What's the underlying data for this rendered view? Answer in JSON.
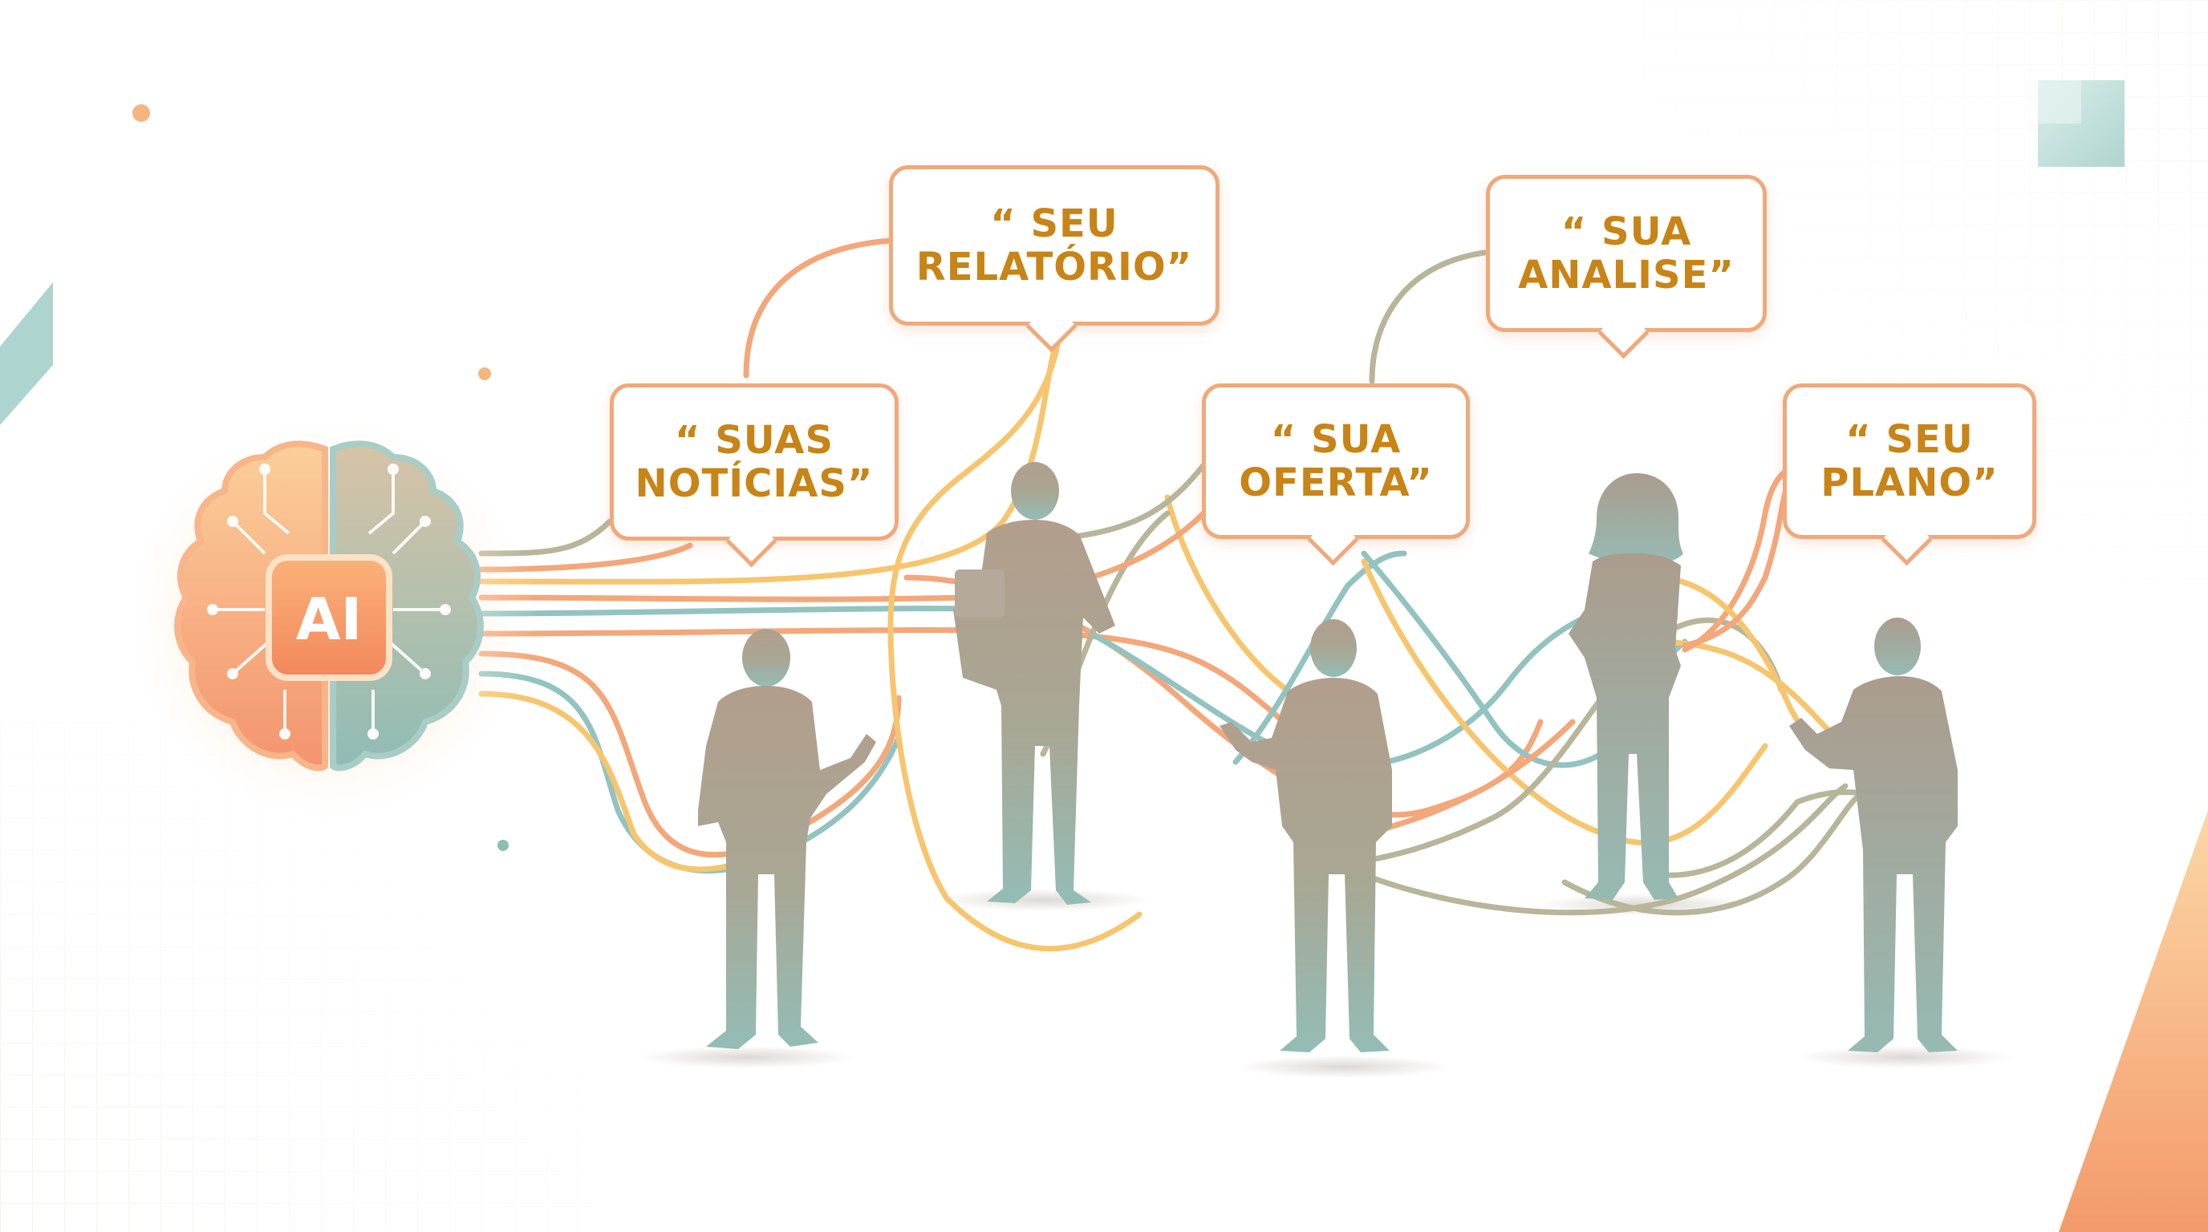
{
  "brain": {
    "label": "AI",
    "icon": "ai-brain-circuit-icon"
  },
  "speech_bubbles": [
    {
      "id": "suas-noticias",
      "text": "“ SUAS\nNOTÍCIAS”"
    },
    {
      "id": "seu-relatorio",
      "text": "“ SEU\nRELATÓRIO”"
    },
    {
      "id": "sua-oferta",
      "text": "“ SUA\nOFERTA”"
    },
    {
      "id": "sua-analise",
      "text": "“ SUA\nANALISE”"
    },
    {
      "id": "seu-plano",
      "text": "“ SEU\nPLANO”"
    }
  ],
  "people": [
    {
      "id": "person-1",
      "pose": "gesturing"
    },
    {
      "id": "person-2",
      "pose": "holding-tablet"
    },
    {
      "id": "person-3",
      "pose": "gesturing"
    },
    {
      "id": "person-4",
      "pose": "arms-crossed"
    },
    {
      "id": "person-5",
      "pose": "gesturing"
    }
  ],
  "colors": {
    "accent_orange": "#f4a96b",
    "accent_teal": "#8ebdb5",
    "line_orange": "#f3a77a",
    "line_yellow": "#f7c56e",
    "line_teal": "#92c3c0",
    "line_sage": "#b8b59a",
    "bubble_text": "#c88416",
    "person_taupe": "#ad9e8f",
    "person_teal": "#98bcb5"
  }
}
